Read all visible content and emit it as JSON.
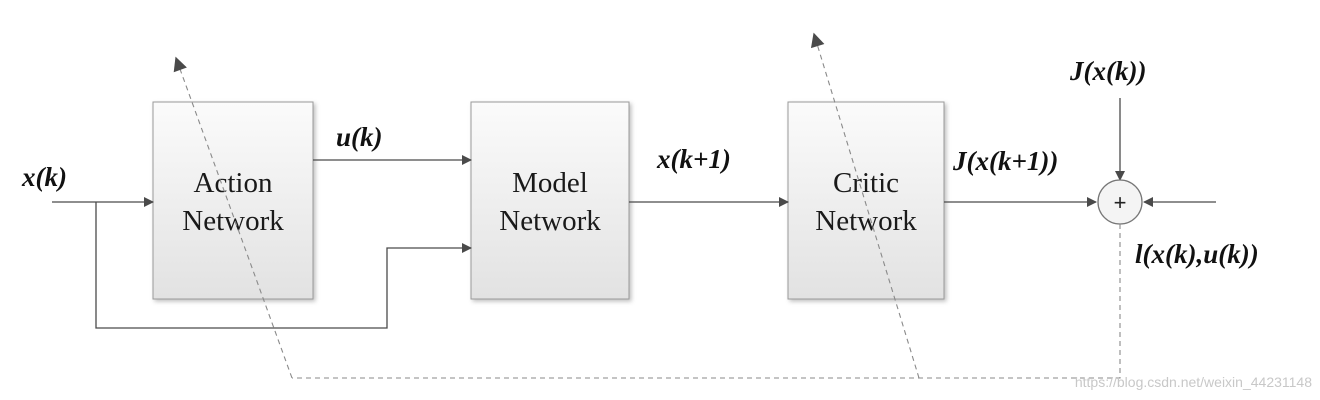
{
  "blocks": {
    "action": {
      "line1": "Action",
      "line2": "Network"
    },
    "model": {
      "line1": "Model",
      "line2": "Network"
    },
    "critic": {
      "line1": "Critic",
      "line2": "Network"
    }
  },
  "signals": {
    "input": "x(k)",
    "control": "u(k)",
    "next_state": "x(k+1)",
    "critic_out": "J(x(k+1))",
    "target": "J(x(k))",
    "utility": "l(x(k),u(k))"
  },
  "summing_junction": {
    "sign": "+"
  },
  "watermark": "https://blog.csdn.net/weixin_44231148",
  "colors": {
    "block_fill_top": "#fbfbfb",
    "block_fill_bottom": "#e3e3e3",
    "line": "#4a4a4a"
  }
}
